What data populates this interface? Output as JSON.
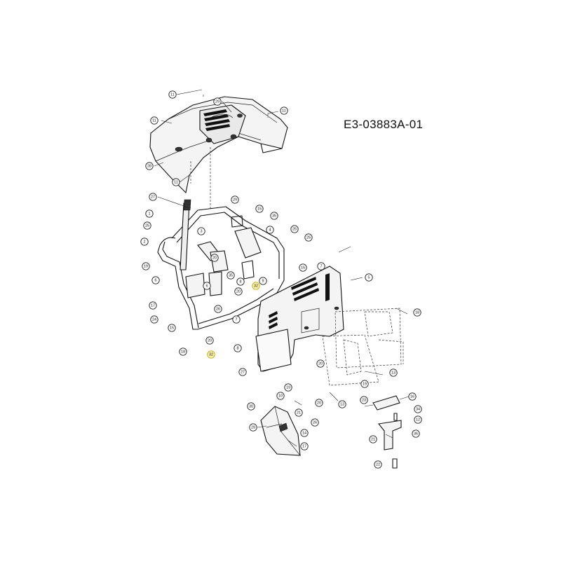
{
  "drawing_id": "E3-03883A-01",
  "callouts": [
    {
      "label": "11"
    },
    {
      "label": "29"
    },
    {
      "label": "11"
    },
    {
      "label": "11"
    },
    {
      "label": "28"
    },
    {
      "label": "11"
    },
    {
      "label": "27"
    },
    {
      "label": "29"
    },
    {
      "label": "15"
    },
    {
      "label": "1"
    },
    {
      "label": "35"
    },
    {
      "label": "25"
    },
    {
      "label": "3"
    },
    {
      "label": "4"
    },
    {
      "label": "25"
    },
    {
      "label": "25"
    },
    {
      "label": "2"
    },
    {
      "label": "20"
    },
    {
      "label": "19"
    },
    {
      "label": "35"
    },
    {
      "label": "6"
    },
    {
      "label": "15"
    },
    {
      "label": "7"
    },
    {
      "label": "8"
    },
    {
      "label": "9"
    },
    {
      "label": "20"
    },
    {
      "label": "32"
    },
    {
      "label": "6"
    },
    {
      "label": "5"
    },
    {
      "label": "17"
    },
    {
      "label": "26"
    },
    {
      "label": "24"
    },
    {
      "label": "15"
    },
    {
      "label": "7"
    },
    {
      "label": "18"
    },
    {
      "label": "20"
    },
    {
      "label": "18"
    },
    {
      "label": "32"
    },
    {
      "label": "8"
    },
    {
      "label": "27"
    },
    {
      "label": "20"
    },
    {
      "label": "13"
    },
    {
      "label": "19"
    },
    {
      "label": "19"
    },
    {
      "label": "10"
    },
    {
      "label": "20"
    },
    {
      "label": "21"
    },
    {
      "label": "30"
    },
    {
      "label": "26"
    },
    {
      "label": "29"
    },
    {
      "label": "14"
    },
    {
      "label": "17"
    },
    {
      "label": "13"
    },
    {
      "label": "23"
    },
    {
      "label": "16"
    },
    {
      "label": "34"
    },
    {
      "label": "12"
    },
    {
      "label": "21"
    },
    {
      "label": "36"
    },
    {
      "label": "22"
    }
  ],
  "highlight_color": "#fff3b0"
}
